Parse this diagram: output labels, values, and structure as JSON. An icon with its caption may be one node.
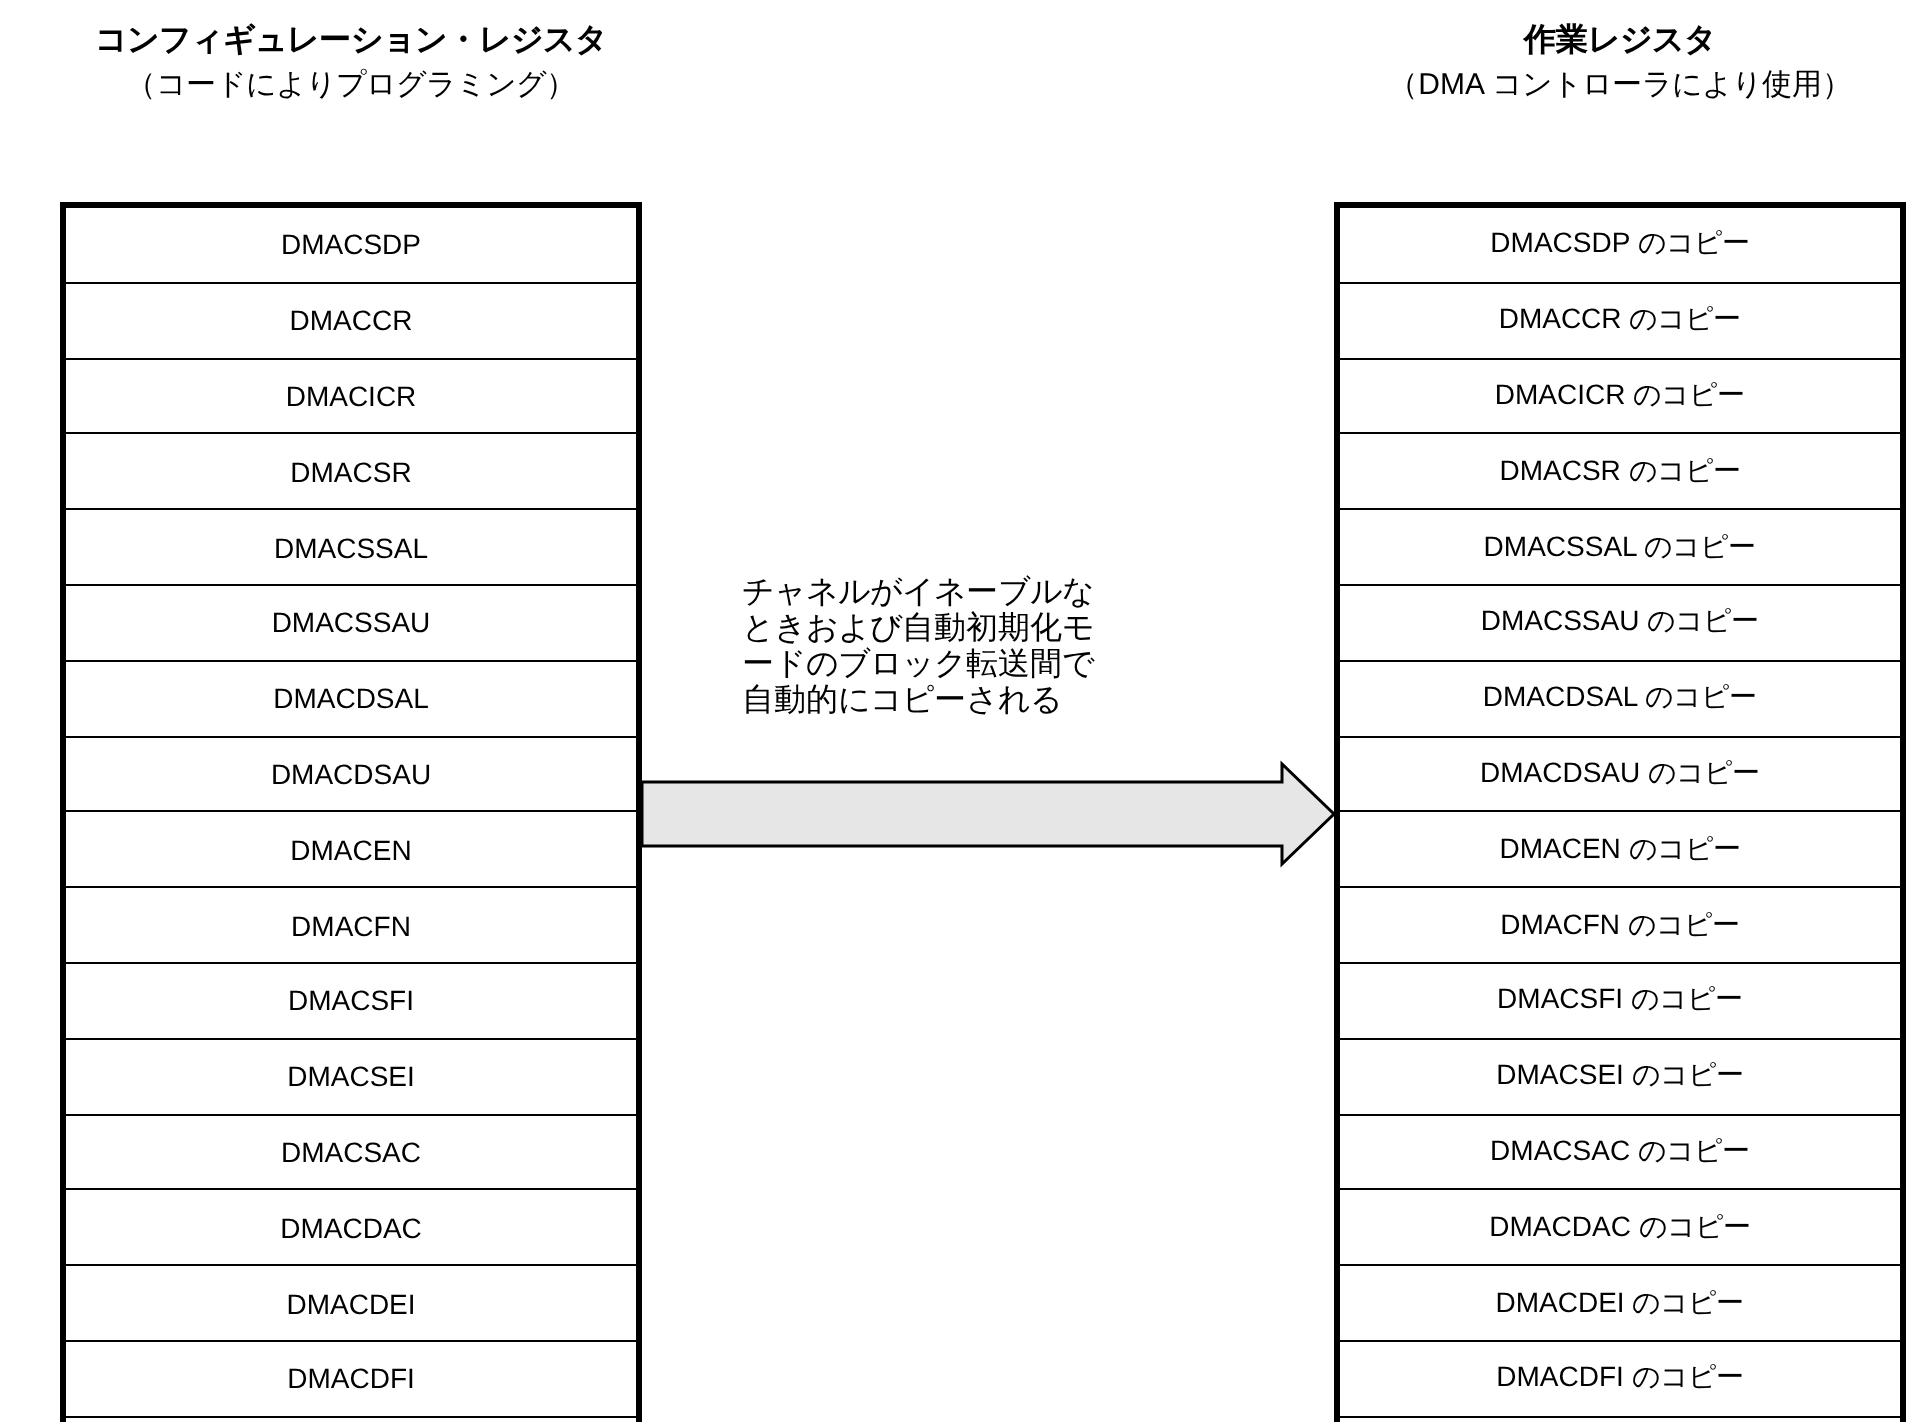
{
  "diagram": {
    "nodes": [
      {
        "text": [
          "コンフィギュレーション・レジスタ",
          "（コードによりプログラミング）"
        ]
      },
      {
        "text": [
          "DMACSDP"
        ],
        "in": 0
      },
      {
        "text": [
          "DMACCR"
        ],
        "in": 0
      },
      {
        "text": [
          "DMACICR"
        ],
        "in": 0
      },
      {
        "text": [
          "DMACSR"
        ],
        "in": 0
      },
      {
        "text": [
          "DMACSSAL"
        ],
        "in": 0
      },
      {
        "text": [
          "DMACSSAU"
        ],
        "in": 0
      },
      {
        "text": [
          "DMACDSAL"
        ],
        "in": 0
      },
      {
        "text": [
          "DMACDSAU"
        ],
        "in": 0
      },
      {
        "text": [
          "DMACEN"
        ],
        "in": 0
      },
      {
        "text": [
          "DMACFN"
        ],
        "in": 0
      },
      {
        "text": [
          "DMACSFI"
        ],
        "in": 0
      },
      {
        "text": [
          "DMACSEI"
        ],
        "in": 0
      },
      {
        "text": [
          "DMACSAC"
        ],
        "in": 0
      },
      {
        "text": [
          "DMACDAC"
        ],
        "in": 0
      },
      {
        "text": [
          "DMACDEI"
        ],
        "in": 0
      },
      {
        "text": [
          "DMACDFI"
        ],
        "in": 0
      },
      {
        "text": [
          "作業レジスタ",
          "（DMA コントローラにより使用）"
        ]
      },
      {
        "text": [
          "DMACSDP のコピー"
        ],
        "in": 17
      },
      {
        "text": [
          "DMACCR のコピー"
        ],
        "in": 17
      },
      {
        "text": [
          "DMACICR のコピー"
        ],
        "in": 17
      },
      {
        "text": [
          "DMACSR のコピー"
        ],
        "in": 17
      },
      {
        "text": [
          "DMACSSAL のコピー"
        ],
        "in": 17
      },
      {
        "text": [
          "DMACSSAU のコピー"
        ],
        "in": 17
      },
      {
        "text": [
          "DMACDSAL のコピー"
        ],
        "in": 17
      },
      {
        "text": [
          "DMACDSAU のコピー"
        ],
        "in": 17
      },
      {
        "text": [
          "DMACEN のコピー"
        ],
        "in": 17
      },
      {
        "text": [
          "DMACFN のコピー"
        ],
        "in": 17
      },
      {
        "text": [
          "DMACSFI のコピー"
        ],
        "in": 17
      },
      {
        "text": [
          "DMACSEI のコピー"
        ],
        "in": 17
      },
      {
        "text": [
          "DMACSAC のコピー"
        ],
        "in": 17
      },
      {
        "text": [
          "DMACDAC のコピー"
        ],
        "in": 17
      },
      {
        "text": [
          "DMACDEI のコピー"
        ],
        "in": 17
      },
      {
        "text": [
          "DMACDFI のコピー"
        ],
        "in": 17
      }
    ],
    "edges": [
      {
        "from": 0,
        "to": 17,
        "arrow": "to",
        "label": "チャネルがイネーブルなときおよび自動初期化モードのブロック転送間で自動的にコピーされる"
      }
    ]
  }
}
